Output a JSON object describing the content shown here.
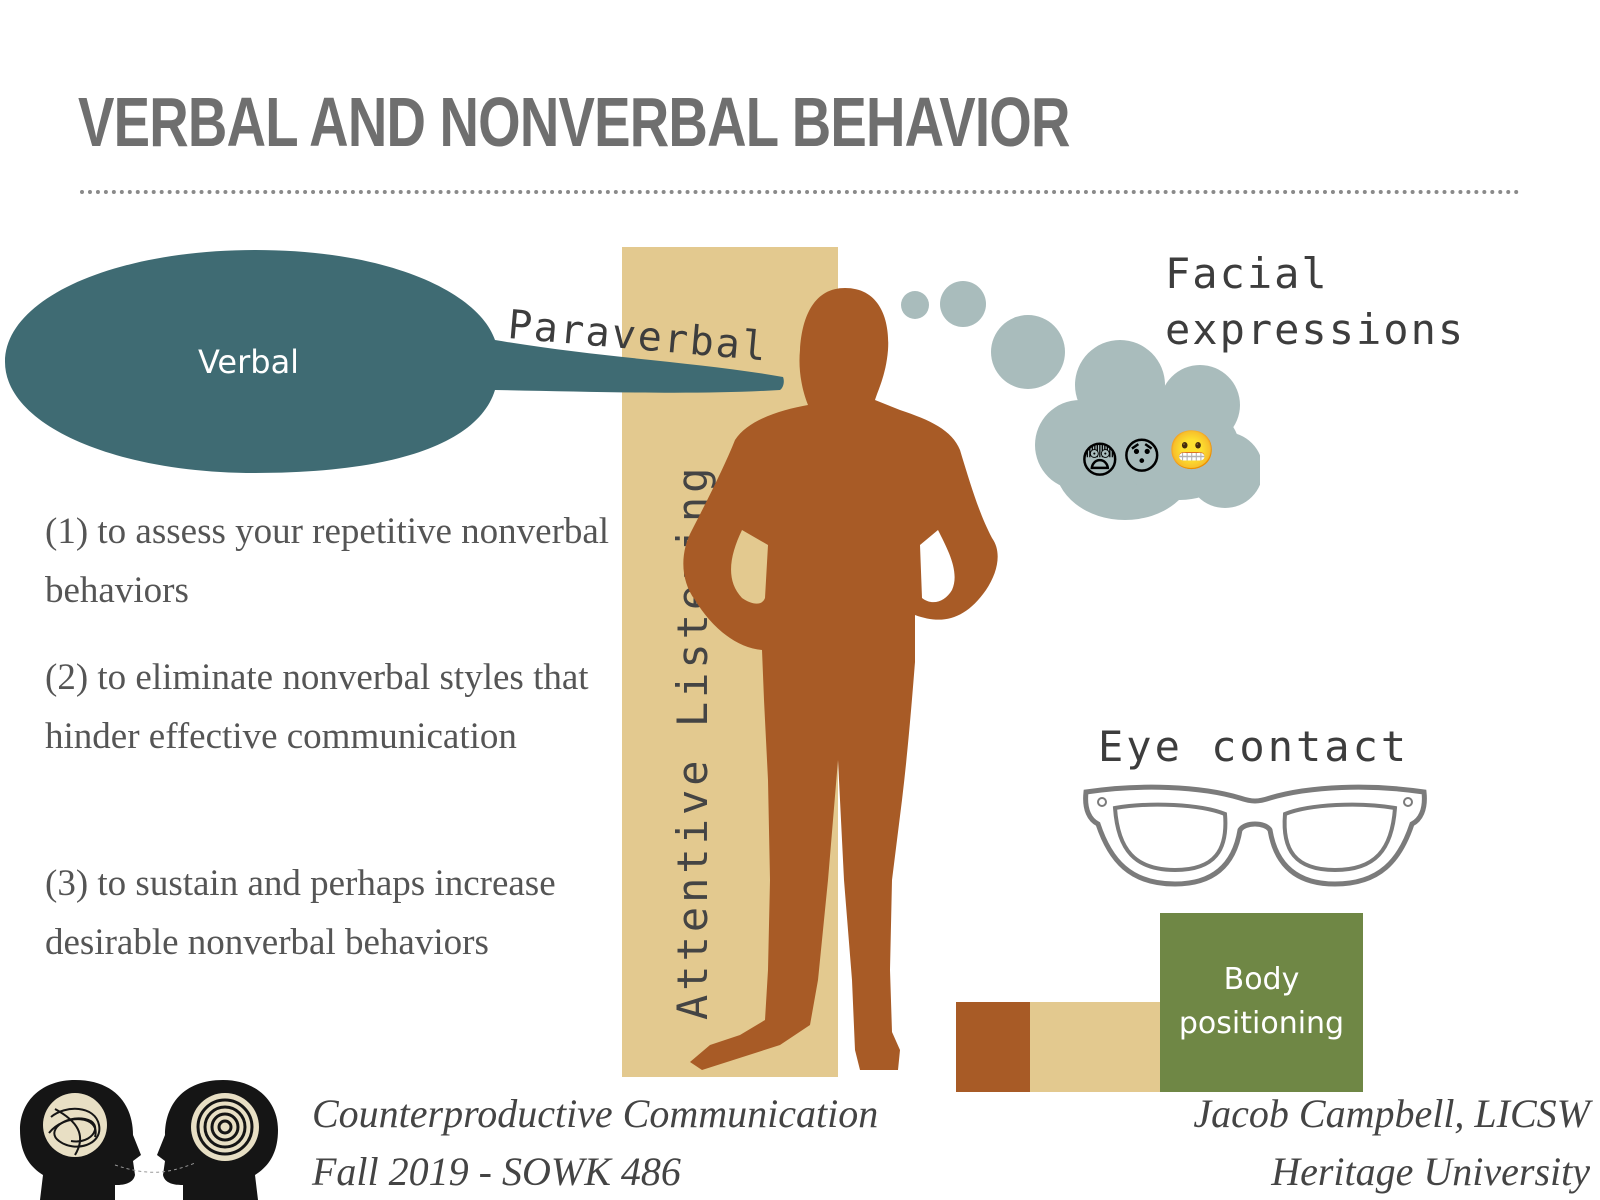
{
  "slide": {
    "title": "VERBAL AND NONVERBAL BEHAVIOR",
    "labels": {
      "verbal": "Verbal",
      "paraverbal": "Paraverbal",
      "attentive_listening": "Attentive Listening",
      "facial_expressions_line1": "Facial",
      "facial_expressions_line2": "expressions",
      "eye_contact": "Eye contact",
      "body_positioning_line1": "Body",
      "body_positioning_line2": "positioning"
    },
    "emojis": [
      "😨",
      "😯",
      "😬"
    ],
    "points": [
      "(1) to assess your repetitive nonverbal behaviors",
      "(2) to eliminate nonverbal styles that hinder effective communication",
      "(3) to sustain and perhaps increase desirable nonverbal behaviors"
    ],
    "footer": {
      "course": "Counterproductive Communication",
      "term": "Fall 2019 - SOWK 486",
      "author": "Jacob Campbell, LICSW",
      "institution": "Heritage University"
    },
    "colors": {
      "title": "#6f6f6f",
      "verbal_bubble": "#3f6b73",
      "tan": "#e3c98f",
      "silhouette": "#a85b26",
      "thought_cloud": "#a9bcbc",
      "body_positioning": "#6f8745"
    }
  }
}
